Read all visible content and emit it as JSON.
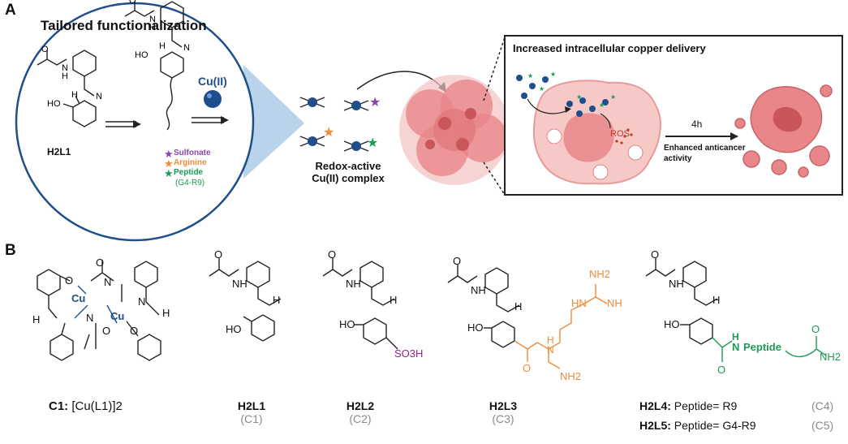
{
  "panel_a": {
    "letter": "A",
    "tailored_title": "Tailored functionalization",
    "ligand_label": "H2L1",
    "copper_label": "Cu(II)",
    "substituents": [
      {
        "label": "Sulfonate",
        "color": "#8e44ad"
      },
      {
        "label": "Arginine",
        "color": "#f08a3a"
      },
      {
        "label": "Peptide",
        "color": "#1a9c55"
      },
      {
        "label": "(G4-R9)",
        "color": "#1a9c55"
      }
    ],
    "complex_label_line1": "Redox-active",
    "complex_label_line2": "Cu(II) complex",
    "box_title": "Increased intracellular copper delivery",
    "ros_label": "ROS",
    "time_label": "4h",
    "effect_line1": "Enhanced anticancer",
    "effect_line2": "activity"
  },
  "panel_b": {
    "letter": "B",
    "atoms": {
      "O": "O",
      "N": "N",
      "H": "H",
      "Cu": "Cu",
      "HO": "HO",
      "NH2": "NH2",
      "NH": "NH",
      "HN": "HN",
      "SO3H": "SO3H"
    },
    "peptide_label": "Peptide",
    "compounds": [
      {
        "name": "C1:",
        "formula": "[Cu(L1)]2"
      },
      {
        "name": "H2L1",
        "code": "(C1)"
      },
      {
        "name": "H2L2",
        "code": "(C2)"
      },
      {
        "name": "H2L3",
        "code": "(C3)"
      },
      {
        "name": "H2L4:",
        "desc": "Peptide= R9",
        "code": "(C4)"
      },
      {
        "name": "H2L5:",
        "desc": "Peptide= G4-R9",
        "code": "(C5)"
      }
    ]
  },
  "colors": {
    "cell": "#e8868a",
    "cell_light": "#f4c2c2",
    "copper": "#1f4e8c",
    "circle_bg": "#dde9f5",
    "sulfonate": "#8e44ad",
    "arginine": "#f08a3a",
    "peptide": "#1a9c55",
    "sulfo": "#9b1b8a"
  }
}
